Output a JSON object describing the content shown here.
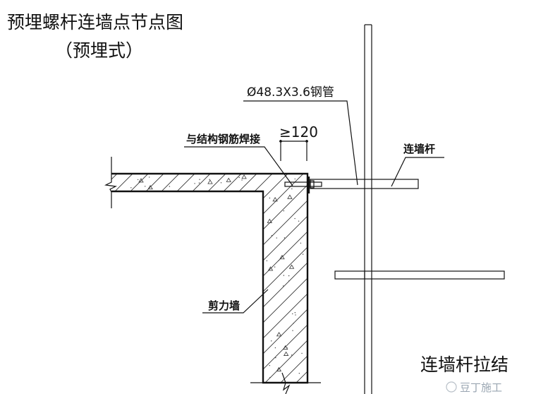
{
  "title": "预埋螺杆连墙点节点图",
  "subtitle": "（预埋式）",
  "labels": {
    "steel_pipe": "Ø48.3X3.6钢管",
    "weld": "与结构钢筋焊接",
    "dimension": "≥120",
    "tie_bar": "连墙杆",
    "shear_wall": "剪力墙",
    "caption": "连墙杆拉结"
  },
  "watermark": "豆丁施工"
}
